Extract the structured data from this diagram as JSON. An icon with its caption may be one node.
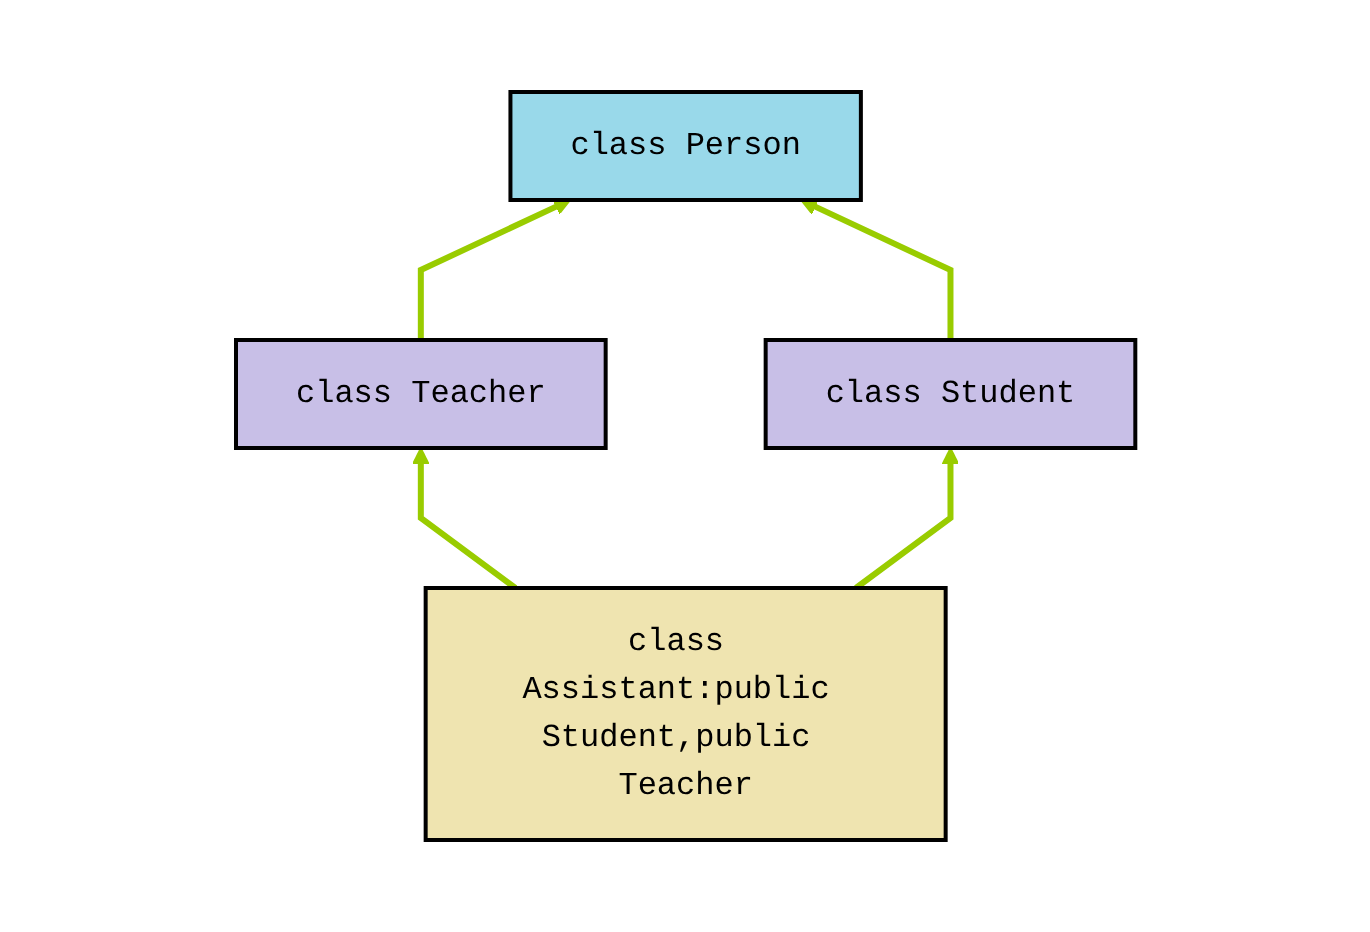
{
  "diagram": {
    "nodes": [
      {
        "text": [
          "class Person"
        ]
      },
      {
        "text": [
          "class Teacher"
        ]
      },
      {
        "text": [
          "class Student"
        ]
      },
      {
        "text": [
          "class Assistant:public Student,public Teacher"
        ]
      }
    ],
    "edges": [
      {
        "from": 1,
        "to": 0,
        "arrow": "to"
      },
      {
        "from": 2,
        "to": 0,
        "arrow": "to"
      },
      {
        "from": 3,
        "to": 1,
        "arrow": "to"
      },
      {
        "from": 3,
        "to": 2,
        "arrow": "to"
      }
    ]
  }
}
